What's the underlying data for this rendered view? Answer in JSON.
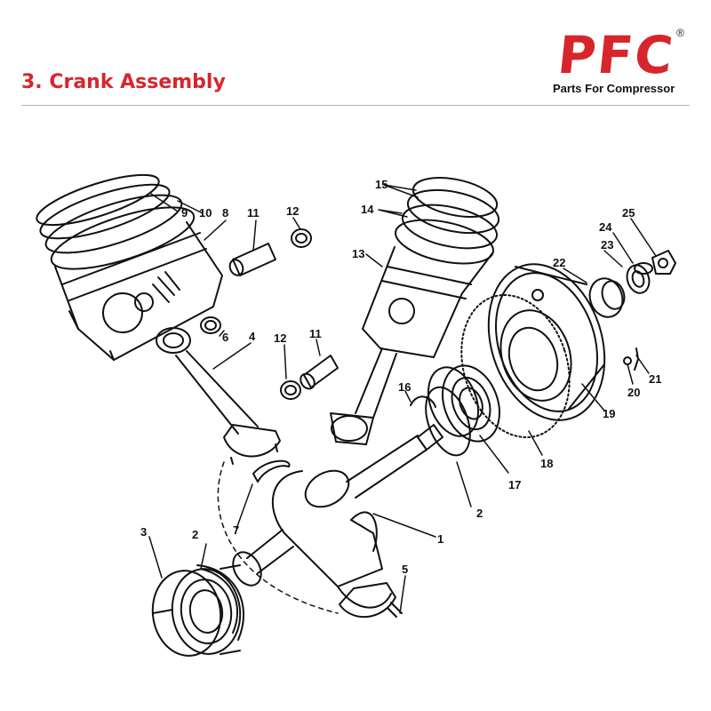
{
  "header": {
    "title": "3. Crank Assembly",
    "logo_text": "PFC",
    "logo_registered": "®",
    "logo_tagline": "Parts For Compressor"
  },
  "diagram": {
    "labels": [
      "1",
      "2",
      "2",
      "3",
      "4",
      "5",
      "6",
      "7",
      "8",
      "9",
      "10",
      "11",
      "11",
      "12",
      "12",
      "13",
      "14",
      "15",
      "16",
      "17",
      "18",
      "19",
      "20",
      "21",
      "22",
      "23",
      "24",
      "25"
    ]
  },
  "colors": {
    "accent": "#d7262b",
    "line": "#111111",
    "rule": "#b5b5b5"
  }
}
